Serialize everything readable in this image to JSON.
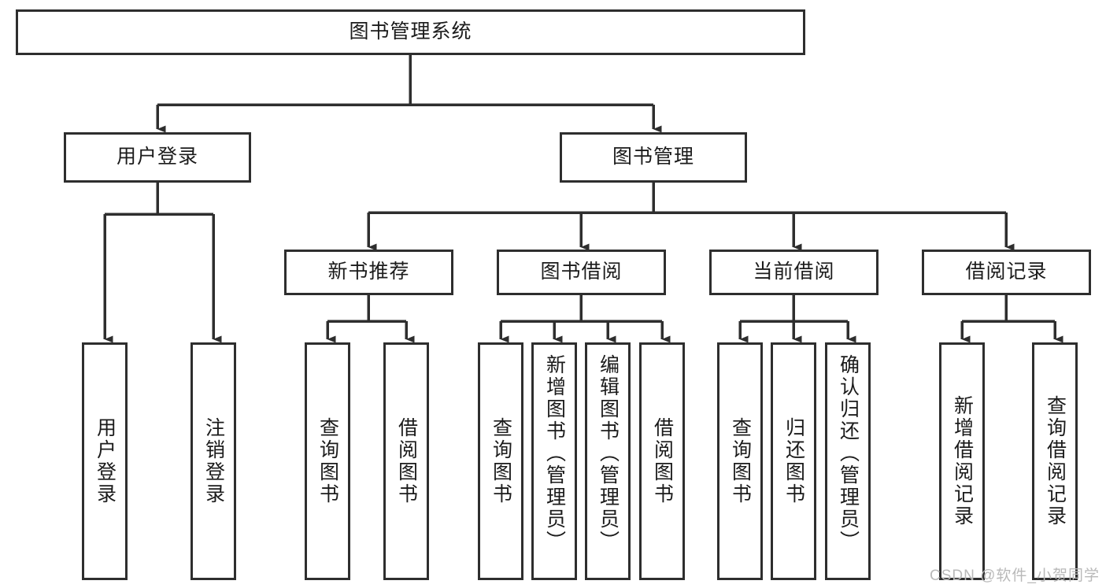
{
  "diagram": {
    "title": "图书管理系统",
    "type": "tree",
    "orientation": "top-down",
    "colors": {
      "box_border": "#2e2e2e",
      "box_fill": "#ffffff",
      "connector": "#2e2e2e",
      "text": "#1b1b1b",
      "watermark": "#b9b9b9",
      "background": "#ffffff"
    },
    "root": {
      "id": "root",
      "label": "图书管理系统"
    },
    "level2": [
      {
        "id": "user-login",
        "label": "用户登录"
      },
      {
        "id": "book-manage",
        "label": "图书管理"
      }
    ],
    "level3": [
      {
        "id": "new-book-rec",
        "label": "新书推荐",
        "parent": "book-manage"
      },
      {
        "id": "book-borrow",
        "label": "图书借阅",
        "parent": "book-manage"
      },
      {
        "id": "current-borrow",
        "label": "当前借阅",
        "parent": "book-manage"
      },
      {
        "id": "borrow-record",
        "label": "借阅记录",
        "parent": "book-manage"
      }
    ],
    "leaves": [
      {
        "id": "leaf-user-login",
        "label": "用户登录",
        "parent": "user-login"
      },
      {
        "id": "leaf-logout-login",
        "label": "注销登录",
        "parent": "user-login"
      },
      {
        "id": "leaf-query-book-1",
        "label": "查询图书",
        "parent": "new-book-rec"
      },
      {
        "id": "leaf-borrow-book-1",
        "label": "借阅图书",
        "parent": "new-book-rec"
      },
      {
        "id": "leaf-query-book-2",
        "label": "查询图书",
        "parent": "book-borrow"
      },
      {
        "id": "leaf-add-book",
        "label": "新增图书（管理员）",
        "parent": "book-borrow"
      },
      {
        "id": "leaf-edit-book",
        "label": "编辑图书（管理员）",
        "parent": "book-borrow"
      },
      {
        "id": "leaf-borrow-book-2",
        "label": "借阅图书",
        "parent": "book-borrow"
      },
      {
        "id": "leaf-query-book-3",
        "label": "查询图书",
        "parent": "current-borrow"
      },
      {
        "id": "leaf-return-book",
        "label": "归还图书",
        "parent": "current-borrow"
      },
      {
        "id": "leaf-confirm-return",
        "label": "确认归还（管理员）",
        "parent": "current-borrow"
      },
      {
        "id": "leaf-add-record",
        "label": "新增借阅记录",
        "parent": "borrow-record"
      },
      {
        "id": "leaf-query-record",
        "label": "查询借阅记录",
        "parent": "borrow-record"
      }
    ],
    "watermark": "CSDN @软件_小贺同学"
  }
}
